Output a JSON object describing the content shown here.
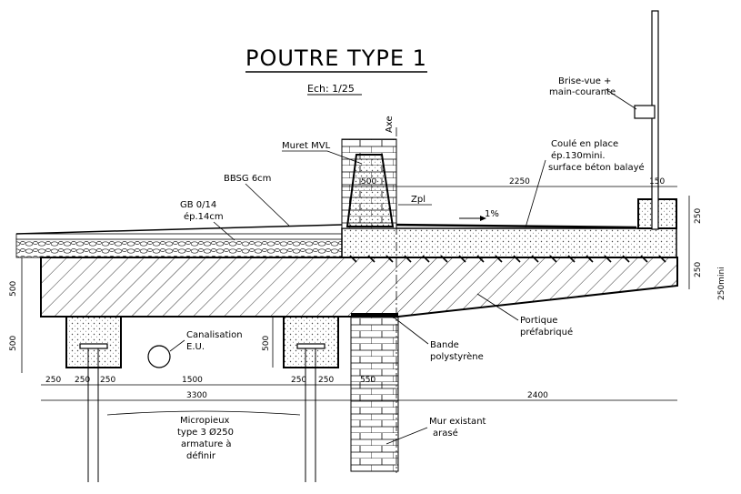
{
  "title": "POUTRE TYPE 1",
  "scale": "Ech: 1/25",
  "labels": {
    "axe": "Axe",
    "muret": "Muret MVL",
    "bbsg": "BBSG 6cm",
    "gb_line1": "GB 0/14",
    "gb_line2": "ép.14cm",
    "zpl": "Zpl",
    "slope": "1%",
    "brise_line1": "Brise-vue +",
    "brise_line2": "main-courante",
    "coule_line1": "Coulé en place",
    "coule_line2": "ép.130mini.",
    "coule_line3": "surface béton balayé",
    "canal_line1": "Canalisation",
    "canal_line2": "E.U.",
    "bande_line1": "Bande",
    "bande_line2": "polystyrène",
    "portique_line1": "Portique",
    "portique_line2": "préfabriqué",
    "micro_line1": "Micropieux",
    "micro_line2": "type 3 Ø250",
    "micro_line3": "armature à",
    "micro_line4": "définir",
    "mur_line1": "Mur existant",
    "mur_line2": "arasé"
  },
  "dims": {
    "d500": "500",
    "d2250": "2250",
    "d150": "150",
    "d250_right": "250",
    "d250_right2": "250",
    "d250_mini": "250mini",
    "d500_left": "500",
    "d500_left2": "500",
    "d500_mid": "500",
    "d250_a": "250",
    "d250_b": "250",
    "d250_c": "250",
    "d1500": "1500",
    "d250_d": "250",
    "d250_e": "250",
    "d550": "550",
    "d3300": "3300",
    "d2400": "2400"
  }
}
